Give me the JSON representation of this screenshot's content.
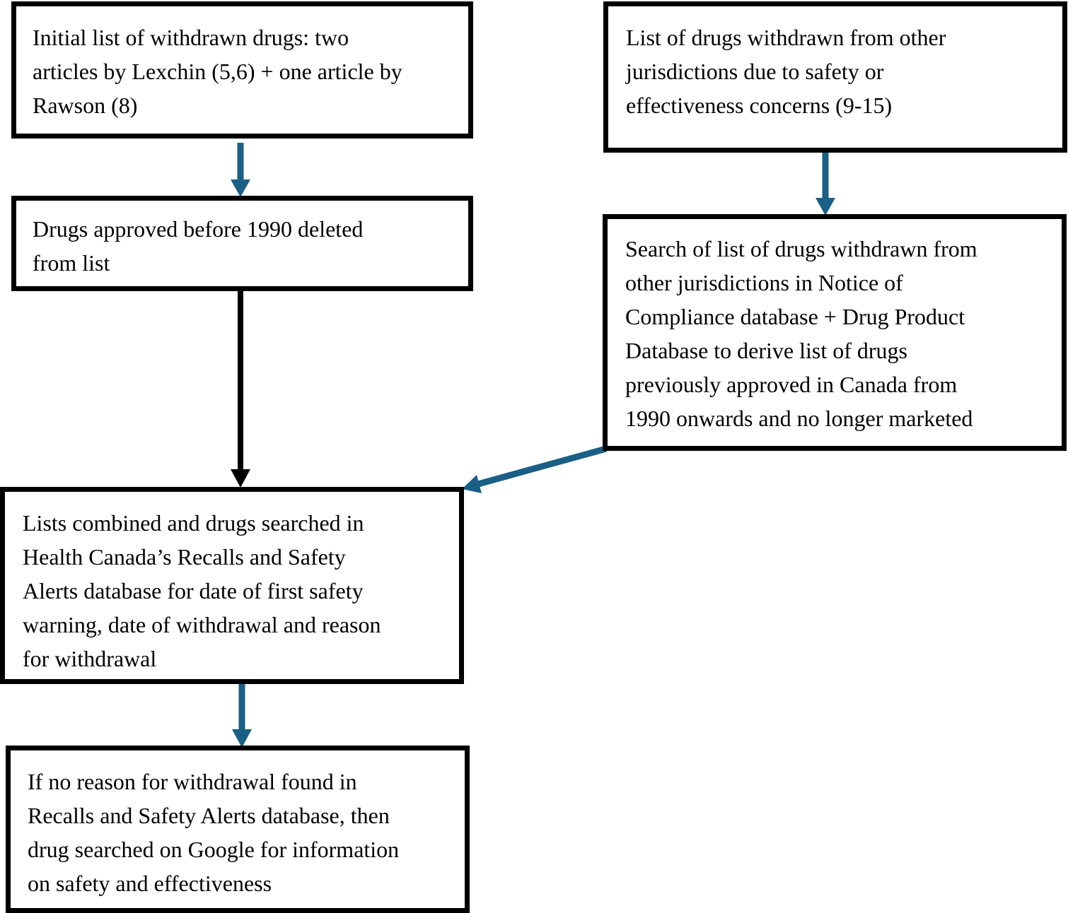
{
  "colors": {
    "box_border": "#000000",
    "arrow_blue": "#1a5f85",
    "arrow_black": "#000000"
  },
  "boxes": {
    "initial_list": {
      "lines": [
        "Initial list of withdrawn drugs: two",
        "articles by Lexchin (5,6) + one article by",
        "Rawson (8)"
      ]
    },
    "other_jurisdictions": {
      "lines": [
        "List of drugs withdrawn from other",
        "jurisdictions due to safety or",
        "effectiveness concerns (9-15)"
      ]
    },
    "pre_1990_deleted": {
      "lines": [
        "Drugs approved before 1990 deleted",
        "from list"
      ]
    },
    "database_search": {
      "lines": [
        "Search of list of drugs withdrawn from",
        "other jurisdictions in Notice of",
        "Compliance database + Drug Product",
        "Database to derive list of drugs",
        "previously approved in Canada from",
        "1990 onwards and no longer marketed"
      ]
    },
    "lists_combined": {
      "lines": [
        "Lists combined and drugs searched in",
        "Health Canada’s Recalls and Safety",
        "Alerts database for date of first safety",
        "warning, date of withdrawal and reason",
        "for withdrawal"
      ]
    },
    "google_search": {
      "lines": [
        "If no reason for withdrawal found in",
        "Recalls and Safety Alerts database, then",
        "drug searched on Google for information",
        "on safety and effectiveness"
      ]
    }
  }
}
